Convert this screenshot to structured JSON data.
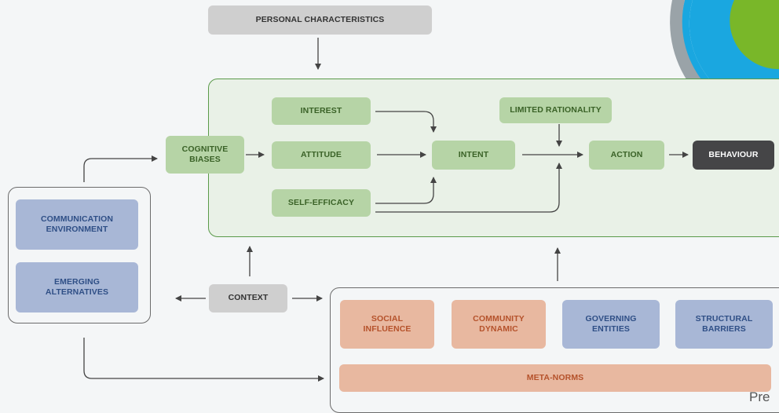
{
  "nodes": {
    "personal_characteristics": "PERSONAL CHARACTERISTICS",
    "interest": "INTEREST",
    "attitude": "ATTITUDE",
    "self_efficacy": "SELF-EFFICACY",
    "cognitive_biases": "COGNITIVE BIASES",
    "intent": "INTENT",
    "limited_rationality": "LIMITED RATIONALITY",
    "action": "ACTION",
    "behaviour": "BEHAVIOUR",
    "communication_environment": "COMMUNICATION ENVIRONMENT",
    "emerging_alternatives": "EMERGING ALTERNATIVES",
    "context": "CONTEXT",
    "social_influence": "SOCIAL INFLUENCE",
    "community_dynamic": "COMMUNITY DYNAMIC",
    "governing_entities": "GOVERNING ENTITIES",
    "structural_barriers": "STRUCTURAL BARRIERS",
    "meta_norms": "META-NORMS"
  },
  "footer_text": "Pre",
  "colors": {
    "green_box": "#b6d4a6",
    "blue_box": "#a8b7d6",
    "orange_box": "#e8b8a0",
    "grey_box": "#cfcfcf",
    "dark_box": "#454547",
    "panel": "#e9f1e7",
    "panel_border": "#5a9a4a",
    "logo_blue": "#1aa7e0",
    "logo_green": "#79b729"
  }
}
